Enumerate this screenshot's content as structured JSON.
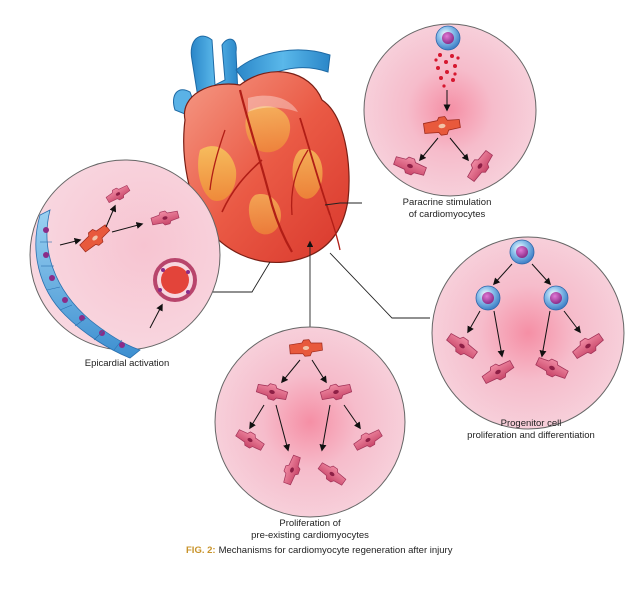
{
  "labels": {
    "paracrine_line1": "Paracrine stimulation",
    "paracrine_line2": "of cardiomyocytes",
    "epicardial": "Epicardial activation",
    "progenitor_line1": "Progenitor cell",
    "progenitor_line2": "proliferation and differentiation",
    "proliferation_line1": "Proliferation of",
    "proliferation_line2": "pre-existing cardiomyocytes"
  },
  "caption": {
    "prefix": "FIG. 2:",
    "text": "Mechanisms for cardiomyocyte regeneration after injury"
  },
  "colors": {
    "panel_fill": "#f6c9d6",
    "panel_center_glow": "#f28aa0",
    "cardiomyocyte": "#e0607f",
    "heart_red": "#e5473a",
    "heart_orange": "#f29a4a",
    "aorta_blue": "#3aa0d8",
    "caption_prefix": "#c8932a"
  }
}
